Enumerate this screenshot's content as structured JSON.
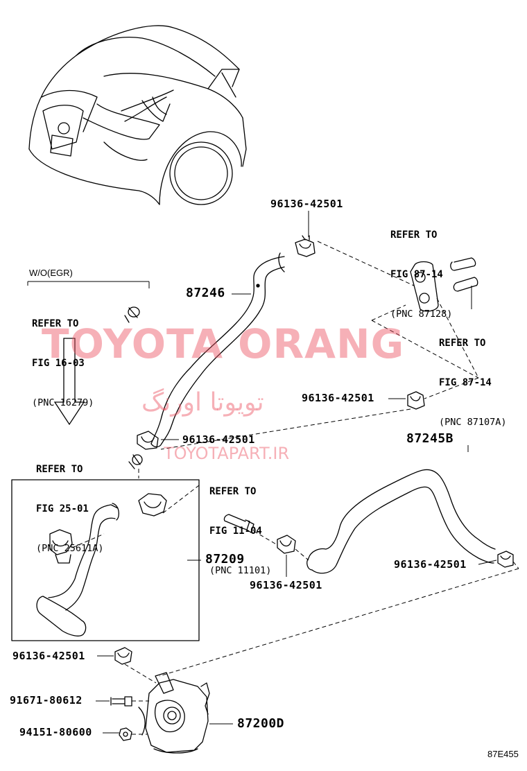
{
  "labels": {
    "hose_top": "87246",
    "hose_right": "87245B",
    "hose_box": "87209",
    "valve": "87200D",
    "clamp_top": "96136-42501",
    "clamp_mid_right": "96136-42501",
    "clamp_left": "96136-42501",
    "clamp_lower_mid": "96136-42501",
    "clamp_lower_right": "96136-42501",
    "clamp_bottom_left": "96136-42501",
    "bolt": "91671-80612",
    "nut": "94151-80600"
  },
  "refs": {
    "r87128": {
      "l1": "REFER TO",
      "l2": "FIG 87-14",
      "l3": "(PNC 87128)"
    },
    "r87107a": {
      "l1": "REFER TO",
      "l2": "FIG 87-14",
      "l3": "(PNC 87107A)"
    },
    "r16279": {
      "l1": "REFER TO",
      "l2": "FIG 16-03",
      "l3": "(PNC 16279)"
    },
    "r25611a": {
      "l1": "REFER TO",
      "l2": "FIG 25-01",
      "l3": "(PNC 25611A)"
    },
    "r11101": {
      "l1": "REFER TO",
      "l2": "FIG 11-04",
      "l3": "(PNC 11101)"
    }
  },
  "condition": "W/O(EGR)",
  "figure_code": "87E455",
  "watermarks": {
    "main": "TOYOTA ORANG",
    "persian": "تویوتا اورنگ",
    "url": "TOYOTAPART.IR",
    "color": "#eb505f"
  },
  "icons": [
    "car-front-icon",
    "down-arrow-icon"
  ]
}
